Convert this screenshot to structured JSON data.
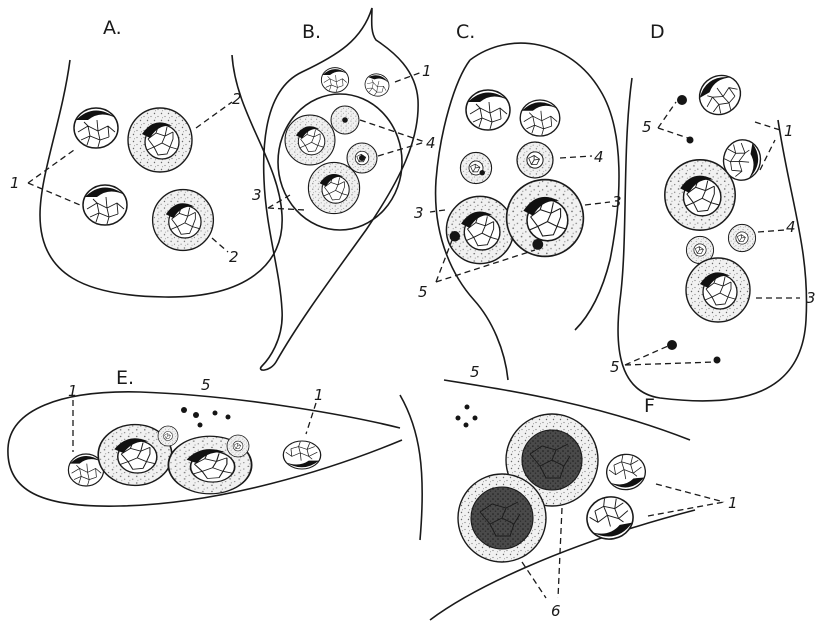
{
  "panels": [
    {
      "id": "A",
      "label": "A.",
      "callouts": [
        "1",
        "2",
        "2"
      ]
    },
    {
      "id": "B",
      "label": "B.",
      "callouts": [
        "1",
        "3",
        "4"
      ]
    },
    {
      "id": "C",
      "label": "C.",
      "callouts": [
        "4",
        "3",
        "3",
        "5"
      ]
    },
    {
      "id": "D",
      "label": "D",
      "callouts": [
        "5",
        "1",
        "4",
        "3",
        "5"
      ]
    },
    {
      "id": "E",
      "label": "E.",
      "callouts": [
        "1",
        "5",
        "1"
      ]
    },
    {
      "id": "F",
      "label": "F",
      "callouts": [
        "5",
        "1",
        "6"
      ]
    }
  ]
}
